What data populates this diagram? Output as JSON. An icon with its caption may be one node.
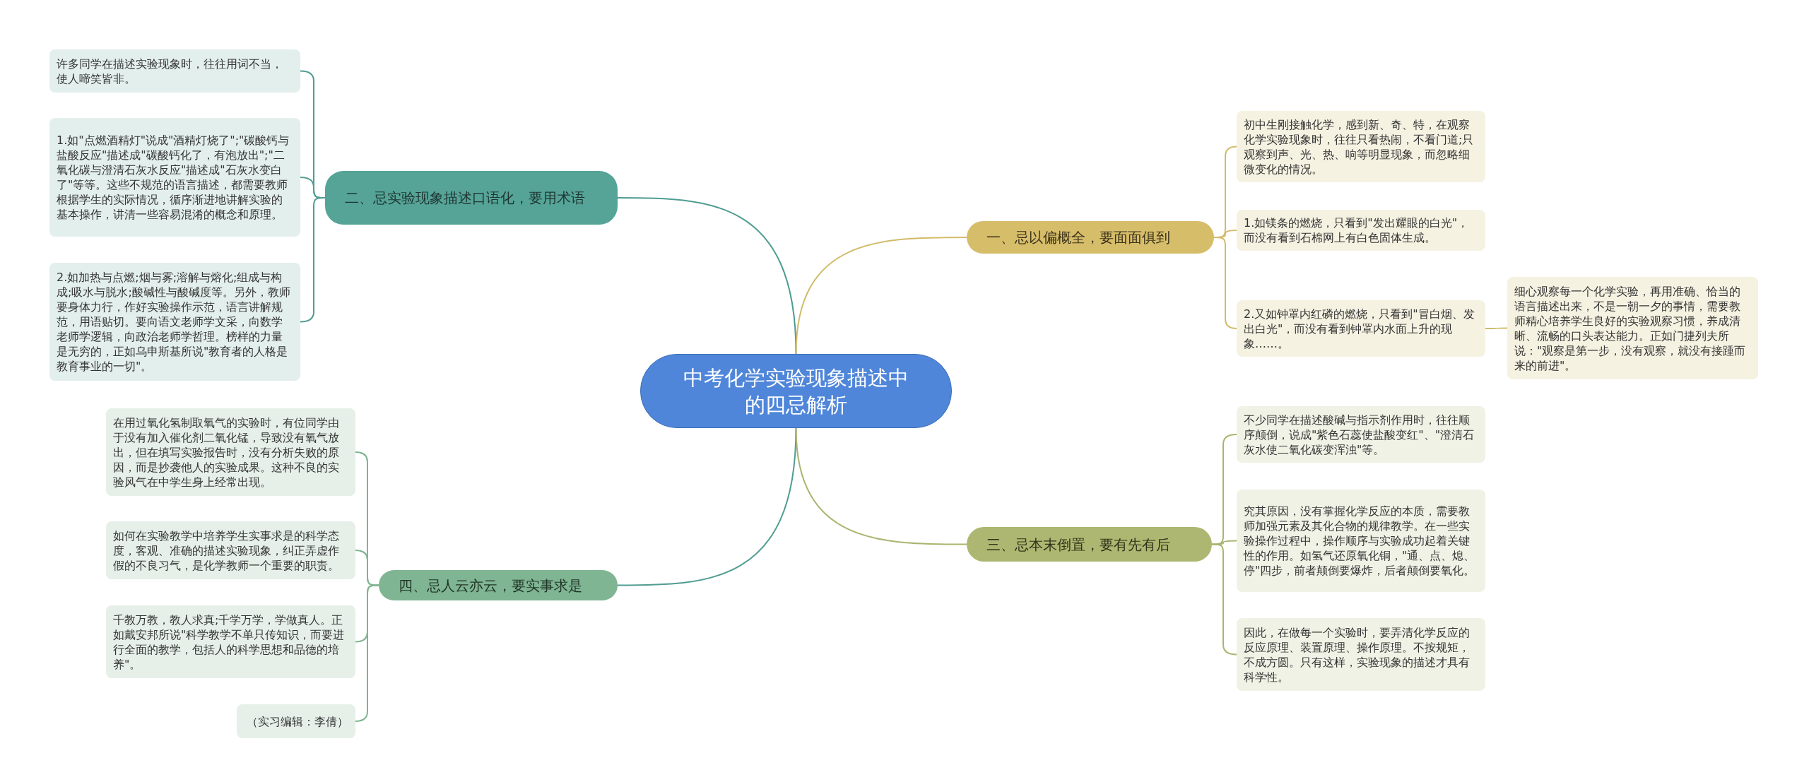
{
  "diagram": {
    "nodes": [
      {
        "text": [
          "中考化学实验现象描述中的四忌解析"
        ]
      },
      {
        "text": [
          "二、忌实验现象描述口语化，要用术语"
        ]
      },
      {
        "text": [
          "许多同学在描述实验现象时，往往用词不当，使人啼笑皆非。"
        ]
      },
      {
        "text": [
          "1.如\"点燃酒精灯\"说成\"酒精灯烧了\";\"碳酸钙与盐酸反应\"描述成\"碳酸钙化了，有泡放出\";\"二氧化碳与澄清石灰水反应\"描述成\"石灰水变白了\"等等。这些不规范的语言描述，都需要教师根据学生的实际情况，循序渐进地讲解实验的基本操作，讲清一些容易混淆的概念和原理。"
        ]
      },
      {
        "text": [
          "2.如加热与点燃;烟与雾;溶解与熔化;组成与构成;吸水与脱水;酸碱性与酸碱度等。另外，教师要身体力行，作好实验操作示范，语言讲解规范，用语贴切。要向语文老师学文采，向数学老师学逻辑，向政治老师学哲理。榜样的力量是无穷的，正如乌申斯基所说\"教育者的人格是教育事业的一切\"。"
        ]
      },
      {
        "text": [
          "四、忌人云亦云，要实事求是"
        ]
      },
      {
        "text": [
          "在用过氧化氢制取氧气的实验时，有位同学由于没有加入催化剂二氧化锰，导致没有氧气放出，但在填写实验报告时，没有分析失败的原因，而是抄袭他人的实验成果。这种不良的实验风气在中学生身上经常出现。"
        ]
      },
      {
        "text": [
          "如何在实验教学中培养学生实事求是的科学态度，客观、准确的描述实验现象，纠正弄虚作假的不良习气，是化学教师一个重要的职责。"
        ]
      },
      {
        "text": [
          "千教万教，教人求真;千学万学，学做真人。正如戴安邦所说\"科学教学不单只传知识，而要进行全面的教学，包括人的科学思想和品德的培养\"。"
        ]
      },
      {
        "text": [
          "（实习编辑：李倩）"
        ]
      },
      {
        "text": [
          "一、忌以偏概全，要面面俱到"
        ]
      },
      {
        "text": [
          "初中生刚接触化学，感到新、奇、特，在观察化学实验现象时，往往只看热闹，不看门道;只观察到声、光、热、响等明显现象，而忽略细微变化的情况。"
        ]
      },
      {
        "text": [
          "1.如镁条的燃烧，只看到\"发出耀眼的白光\"，而没有看到石棉网上有白色固体生成。"
        ]
      },
      {
        "text": [
          "2.又如钟罩内红磷的燃烧，只看到\"冒白烟、发出白光\"，而没有看到钟罩内水面上升的现象……。"
        ]
      },
      {
        "text": [
          "细心观察每一个化学实验，再用准确、恰当的语言描述出来，不是一朝一夕的事情，需要教师精心培养学生良好的实验观察习惯，养成清晰、流畅的口头表达能力。正如门捷列夫所说：\"观察是第一步，没有观察，就没有接踵而来的前进\"。"
        ]
      },
      {
        "text": [
          "三、忌本末倒置，要有先有后"
        ]
      },
      {
        "text": [
          "不少同学在描述酸碱与指示剂作用时，往往顺序颠倒，说成\"紫色石蕊使盐酸变红\"、\"澄清石灰水使二氧化碳变浑浊\"等。"
        ]
      },
      {
        "text": [
          "究其原因，没有掌握化学反应的本质，需要教师加强元素及其化合物的规律教学。在一些实验操作过程中，操作顺序与实验成功起着关键性的作用。如氢气还原氧化铜，\"通、点、熄、停\"四步，前者颠倒要爆炸，后者颠倒要氧化。"
        ]
      },
      {
        "text": [
          "因此，在做每一个实验时，要弄清化学反应的反应原理、装置原理、操作原理。不按规矩，不成方圆。只有这样，实验现象的描述才具有科学性。"
        ]
      }
    ],
    "edges": [
      {
        "from": 0,
        "to": 1,
        "arrow": "none",
        "color": "#4f9c92"
      },
      {
        "from": 1,
        "to": 2,
        "arrow": "none",
        "color": "#4f9c92"
      },
      {
        "from": 1,
        "to": 3,
        "arrow": "none",
        "color": "#4f9c92"
      },
      {
        "from": 1,
        "to": 4,
        "arrow": "none",
        "color": "#4f9c92"
      },
      {
        "from": 0,
        "to": 5,
        "arrow": "none",
        "color": "#4f9c92"
      },
      {
        "from": 5,
        "to": 6,
        "arrow": "none",
        "color": "#7fb592"
      },
      {
        "from": 5,
        "to": 7,
        "arrow": "none",
        "color": "#7fb592"
      },
      {
        "from": 5,
        "to": 8,
        "arrow": "none",
        "color": "#7fb592"
      },
      {
        "from": 5,
        "to": 9,
        "arrow": "none",
        "color": "#7fb592"
      },
      {
        "from": 0,
        "to": 10,
        "arrow": "none",
        "color": "#d2bb6a"
      },
      {
        "from": 10,
        "to": 11,
        "arrow": "none",
        "color": "#d2bb6a"
      },
      {
        "from": 10,
        "to": 12,
        "arrow": "none",
        "color": "#d2bb6a"
      },
      {
        "from": 10,
        "to": 13,
        "arrow": "none",
        "color": "#d2bb6a"
      },
      {
        "from": 13,
        "to": 14,
        "arrow": "none",
        "color": "#d2bb6a"
      },
      {
        "from": 0,
        "to": 15,
        "arrow": "none",
        "color": "#a9b46f"
      },
      {
        "from": 15,
        "to": 16,
        "arrow": "none",
        "color": "#a9b46f"
      },
      {
        "from": 15,
        "to": 17,
        "arrow": "none",
        "color": "#a9b46f"
      },
      {
        "from": 15,
        "to": 18,
        "arrow": "none",
        "color": "#a9b46f"
      }
    ]
  }
}
